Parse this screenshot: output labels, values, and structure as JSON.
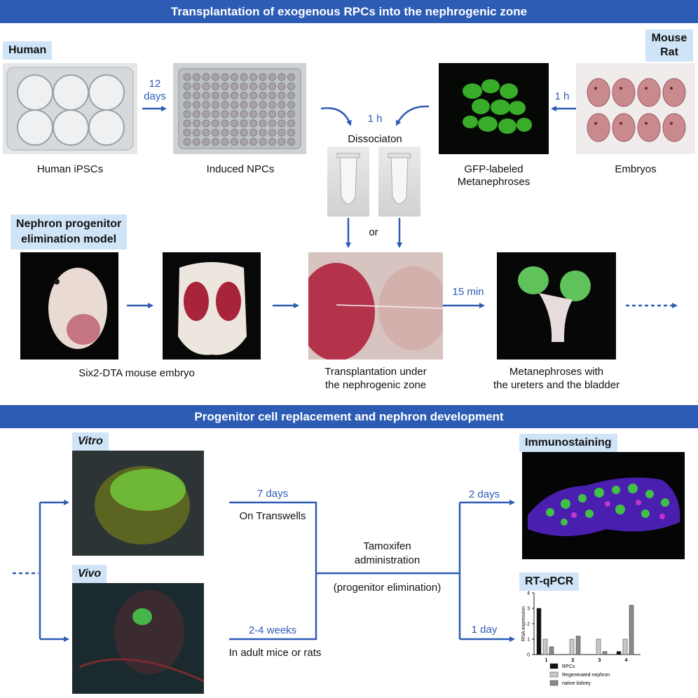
{
  "section1": {
    "title": "Transplantation of exogenous RPCs into the nephrogenic zone"
  },
  "section2": {
    "title": "Progenitor cell replacement and nephron development"
  },
  "human": {
    "tag": "Human",
    "ipsc_caption": "Human iPSCs",
    "days_top": "12",
    "days_bottom": "days",
    "npc_caption": "Induced NPCs"
  },
  "rodent": {
    "tag_line1": "Mouse",
    "tag_line2": "Rat",
    "embryo_caption": "Embryos",
    "time": "1 h",
    "metanephros_caption_line1": "GFP-labeled",
    "metanephros_caption_line2": "Metanephroses"
  },
  "dissociation": {
    "time": "1 h",
    "label": "Dissociaton",
    "or": "or"
  },
  "model": {
    "tag_line1": "Nephron progenitor",
    "tag_line2": "elimination model",
    "embryo_caption": "Six2-DTA mouse embryo",
    "transplant_caption_line1": "Transplantation under",
    "transplant_caption_line2": "the nephrogenic zone",
    "time": "15 min",
    "result_caption_line1": "Metanephroses with",
    "result_caption_line2": "the ureters and the bladder"
  },
  "culture": {
    "vitro_tag": "Vitro",
    "vivo_tag": "Vivo",
    "vitro_time": "7 days",
    "vitro_method": "On Transwells",
    "vivo_time": "2-4 weeks",
    "vivo_method": "In adult mice or rats",
    "tamoxifen_line1": "Tamoxifen",
    "tamoxifen_line2": "administration",
    "elimination": "(progenitor elimination)",
    "time_immuno": "2 days",
    "time_qpcr": "1 day",
    "immuno_tag": "Immunostaining",
    "qpcr_tag": "RT-qPCR"
  },
  "colors": {
    "banner": "#2d5cb5",
    "tag_bg": "#cfe5f7",
    "arrow": "#2d5cb5"
  },
  "chart_data": {
    "type": "bar",
    "categories": [
      "1",
      "2",
      "3",
      "4"
    ],
    "ylabel": "RNA expression",
    "ylim": [
      0,
      4
    ],
    "yticks": [
      "0",
      "1",
      "2",
      "3",
      "4"
    ],
    "legend_placement": "bottom",
    "series": [
      {
        "name": "RPCs",
        "color": "#111111",
        "values": [
          3.0,
          0.0,
          0.0,
          0.2
        ]
      },
      {
        "name": "Regenerated nephron",
        "color": "#c8c8c8",
        "values": [
          1.0,
          1.0,
          1.0,
          1.0
        ]
      },
      {
        "name": "native kidney",
        "color": "#8a8a8a",
        "values": [
          0.5,
          1.2,
          0.2,
          3.2
        ]
      }
    ]
  }
}
